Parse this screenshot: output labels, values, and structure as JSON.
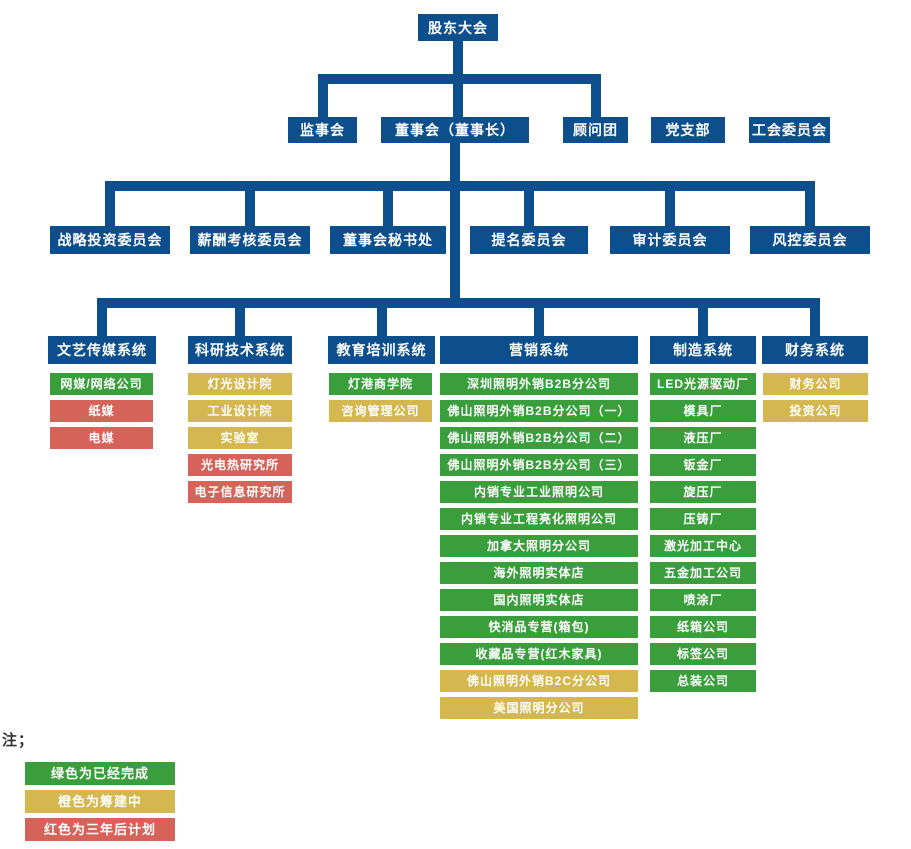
{
  "colors": {
    "blue": "#0d4f8c",
    "green": "#3a9e3c",
    "yellow": "#d4b74e",
    "red": "#d6635a",
    "node_text": "#ffffff",
    "note_text": "#333333",
    "background": "#ffffff"
  },
  "root": {
    "label": "股东大会"
  },
  "governance": [
    {
      "label": "监事会",
      "connected": true
    },
    {
      "label": "董事会（董事长）",
      "connected": true
    },
    {
      "label": "顾问团",
      "connected": true
    },
    {
      "label": "党支部",
      "connected": false
    },
    {
      "label": "工会委员会",
      "connected": false
    }
  ],
  "committees": [
    {
      "label": "战略投资委员会"
    },
    {
      "label": "薪酬考核委员会"
    },
    {
      "label": "董事会秘书处"
    },
    {
      "label": "提名委员会"
    },
    {
      "label": "审计委员会"
    },
    {
      "label": "风控委员会"
    }
  ],
  "systems": [
    {
      "label": "文艺传媒系统",
      "children": [
        {
          "label": "网媒/网络公司",
          "status": "green"
        },
        {
          "label": "纸媒",
          "status": "red"
        },
        {
          "label": "电媒",
          "status": "red"
        }
      ]
    },
    {
      "label": "科研技术系统",
      "children": [
        {
          "label": "灯光设计院",
          "status": "yellow"
        },
        {
          "label": "工业设计院",
          "status": "yellow"
        },
        {
          "label": "实验室",
          "status": "yellow"
        },
        {
          "label": "光电热研究所",
          "status": "red"
        },
        {
          "label": "电子信息研究所",
          "status": "red"
        }
      ]
    },
    {
      "label": "教育培训系统",
      "children": [
        {
          "label": "灯港商学院",
          "status": "green"
        },
        {
          "label": "咨询管理公司",
          "status": "yellow"
        }
      ]
    },
    {
      "label": "营销系统",
      "children": [
        {
          "label": "深圳照明外销B2B分公司",
          "status": "green"
        },
        {
          "label": "佛山照明外销B2B分公司（一）",
          "status": "green"
        },
        {
          "label": "佛山照明外销B2B分公司（二）",
          "status": "green"
        },
        {
          "label": "佛山照明外销B2B分公司（三）",
          "status": "green"
        },
        {
          "label": "内销专业工业照明公司",
          "status": "green"
        },
        {
          "label": "内销专业工程亮化照明公司",
          "status": "green"
        },
        {
          "label": "加拿大照明分公司",
          "status": "green"
        },
        {
          "label": "海外照明实体店",
          "status": "green"
        },
        {
          "label": "国内照明实体店",
          "status": "green"
        },
        {
          "label": "快消品专营(箱包)",
          "status": "green"
        },
        {
          "label": "收藏品专营(红木家具)",
          "status": "green"
        },
        {
          "label": "佛山照明外销B2C分公司",
          "status": "yellow"
        },
        {
          "label": "美国照明分公司",
          "status": "yellow"
        }
      ]
    },
    {
      "label": "制造系统",
      "children": [
        {
          "label": "LED光源驱动厂",
          "status": "green"
        },
        {
          "label": "模具厂",
          "status": "green"
        },
        {
          "label": "液压厂",
          "status": "green"
        },
        {
          "label": "钣金厂",
          "status": "green"
        },
        {
          "label": "旋压厂",
          "status": "green"
        },
        {
          "label": "压铸厂",
          "status": "green"
        },
        {
          "label": "激光加工中心",
          "status": "green"
        },
        {
          "label": "五金加工公司",
          "status": "green"
        },
        {
          "label": "喷涂厂",
          "status": "green"
        },
        {
          "label": "纸箱公司",
          "status": "green"
        },
        {
          "label": "标签公司",
          "status": "green"
        },
        {
          "label": "总装公司",
          "status": "green"
        }
      ]
    },
    {
      "label": "财务系统",
      "children": [
        {
          "label": "财务公司",
          "status": "yellow"
        },
        {
          "label": "投资公司",
          "status": "yellow"
        }
      ]
    }
  ],
  "legend": {
    "note": "注；",
    "items": [
      {
        "label": "绿色为已经完成",
        "status": "green"
      },
      {
        "label": "橙色为筹建中",
        "status": "yellow"
      },
      {
        "label": "红色为三年后计划",
        "status": "red"
      }
    ]
  }
}
